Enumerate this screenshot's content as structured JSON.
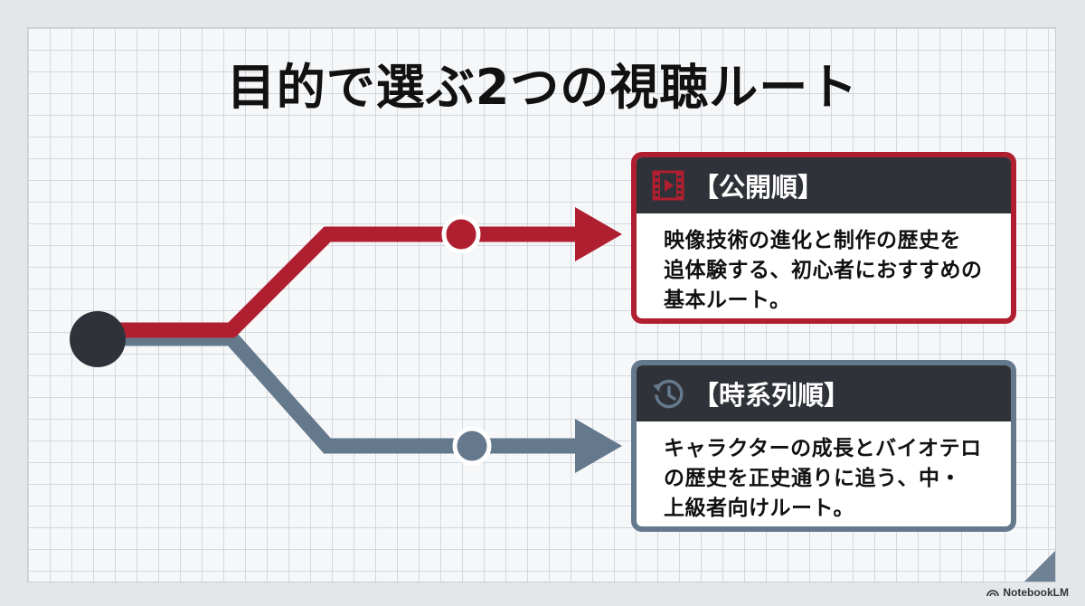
{
  "title": "目的で選ぶ2つの視聴ルート",
  "colors": {
    "release_route": "#b01f30",
    "chronological_route": "#65798d",
    "start_node": "#2f3238",
    "header_bg": "#2f3238"
  },
  "routes": [
    {
      "icon": "film-icon",
      "heading": "【公開順】",
      "body_lines": [
        "映像技術の進化と制作の歴史を",
        "追体験する、初心者におすすめの",
        "基本ルート。"
      ]
    },
    {
      "icon": "history-clock-icon",
      "heading": "【時系列順】",
      "body_lines": [
        "キャラクターの成長とバイオテロ",
        "の歴史を正史通りに追う、中・",
        "上級者向けルート。"
      ]
    }
  ],
  "watermark": "NotebookLM"
}
